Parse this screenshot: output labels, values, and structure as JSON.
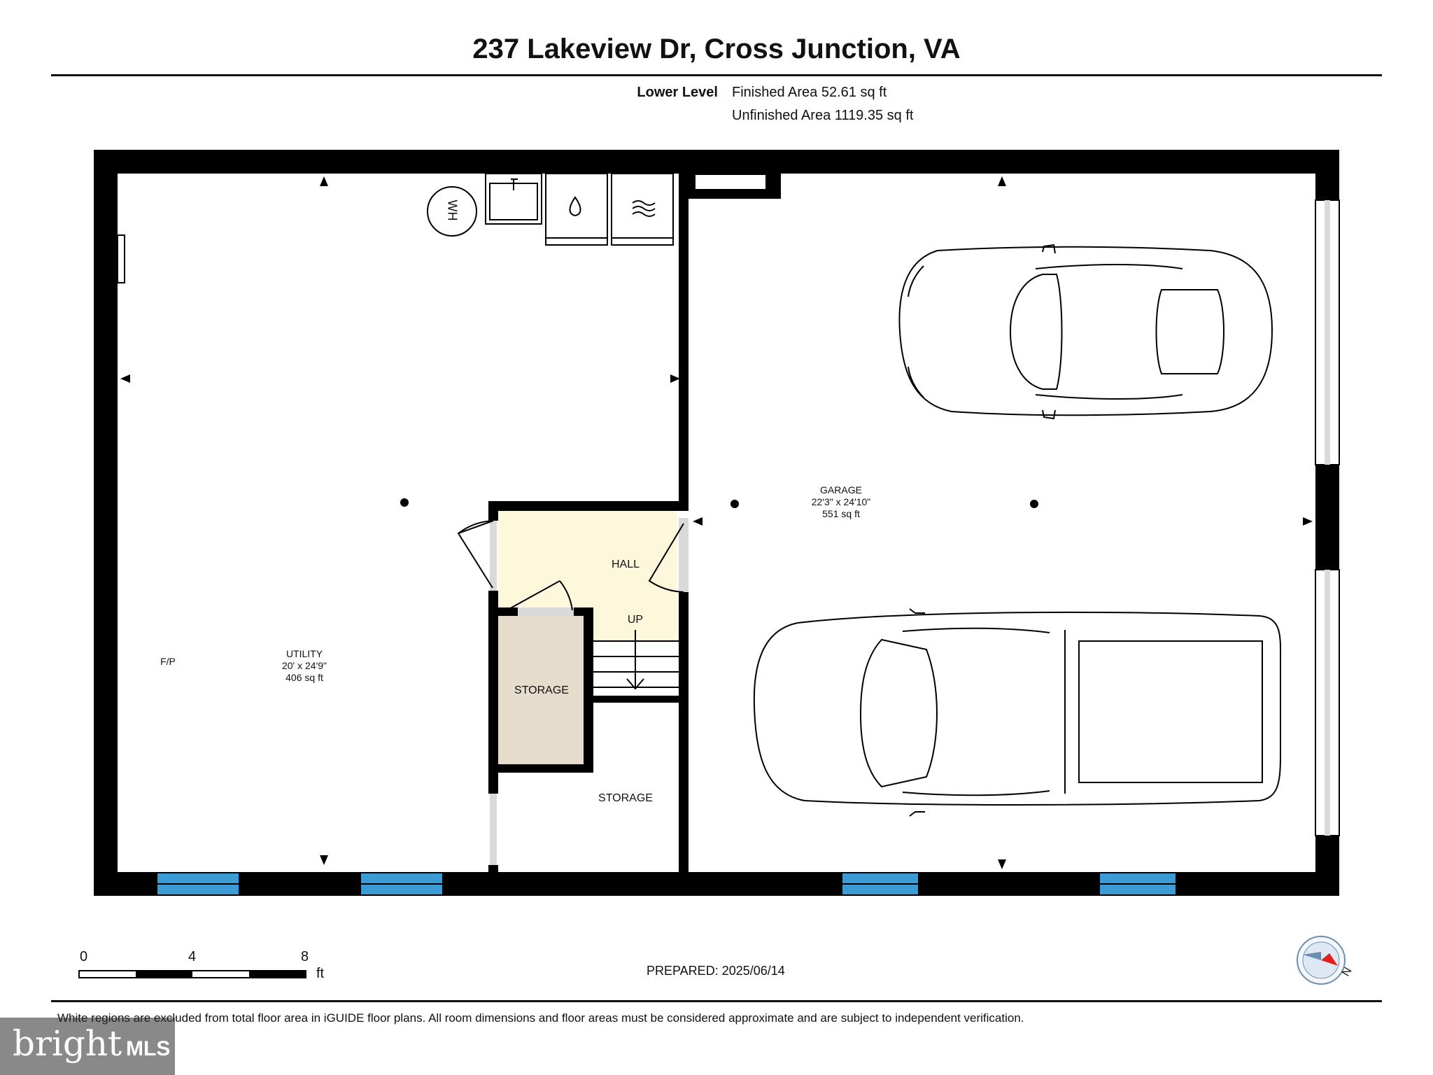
{
  "header": {
    "address": "237 Lakeview Dr, Cross Junction, VA",
    "level_label": "Lower Level",
    "finished_area": "Finished Area 52.61 sq ft",
    "unfinished_area": "Unfinished Area 1119.35 sq ft"
  },
  "rooms": {
    "utility": {
      "name": "UTILITY",
      "dims": "20' x 24'9\"",
      "area": "406 sq ft"
    },
    "garage": {
      "name": "GARAGE",
      "dims": "22'3\" x 24'10\"",
      "area": "551 sq ft"
    },
    "hall": {
      "name": "HALL"
    },
    "stairs": {
      "label": "UP"
    },
    "storage_small": {
      "name": "STORAGE"
    },
    "storage_large": {
      "name": "STORAGE"
    },
    "fireplace": {
      "label": "F/P"
    },
    "water_heater": {
      "label": "WH"
    }
  },
  "scale_bar": {
    "ticks": [
      "0",
      "4",
      "8"
    ],
    "unit": "ft"
  },
  "prepared": "PREPARED: 2025/06/14",
  "disclaimer": "White regions are excluded from total floor area in iGUIDE floor plans. All room dimensions and floor areas must be considered approximate and are subject to independent verification.",
  "compass": {
    "label": "N",
    "icon": "compass-icon"
  },
  "watermark": {
    "brand": "bright",
    "suffix": "MLS"
  },
  "colors": {
    "wall": "#000000",
    "window": "#3a9bd5",
    "hall_fill": "#fdf8dc",
    "storage_fill": "#e6dccb",
    "door_gap": "#d9d9d9"
  }
}
